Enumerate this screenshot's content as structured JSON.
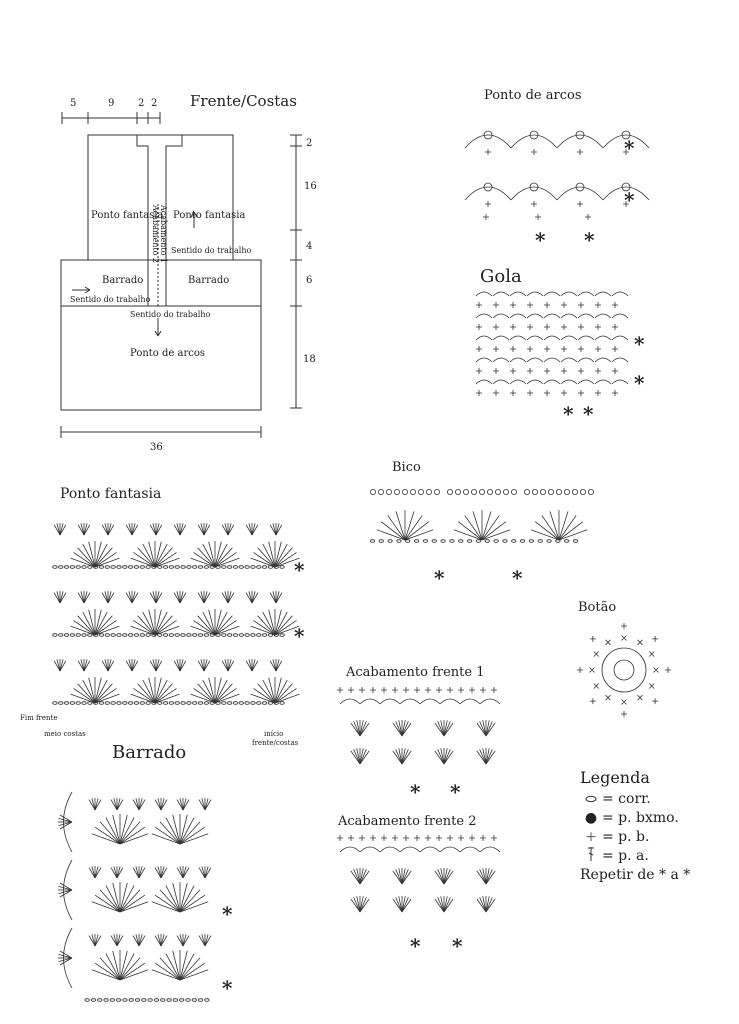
{
  "schematic": {
    "title": "Frente/Costas",
    "top_dims": [
      "5",
      "9",
      "2",
      "2"
    ],
    "right_dims": [
      "2",
      "16",
      "4",
      "6",
      "18"
    ],
    "bottom_dim": "36",
    "labels": {
      "ponto_fantasia_left": "Ponto fantasia",
      "ponto_fantasia_right": "Ponto fantasia",
      "barrado_left": "Barrado",
      "barrado_right": "Barrado",
      "ponto_de_arcos": "Ponto de arcos",
      "sentido_left": "Sentido do trabalho",
      "sentido_right": "Sentido do trabalho",
      "sentido_center": "Sentido do trabalho",
      "acabamento_1": "Acabamento 1",
      "acabamento_2": "Acabamento 2"
    }
  },
  "charts": {
    "ponto_de_arcos": "Ponto de arcos",
    "gola": "Gola",
    "bico": "Bico",
    "botao": "Botão",
    "ponto_fantasia": "Ponto fantasia",
    "barrado": "Barrado",
    "acabamento_frente_1": "Acabamento frente 1",
    "acabamento_frente_2": "Acabamento frente 2"
  },
  "fantasia_notes": {
    "fim_frente": "Fim frente",
    "meio_costas": "meio costas",
    "inicio": "início",
    "frente_costas": "frente/costas"
  },
  "repeat_mark": "*",
  "legend": {
    "title": "Legenda",
    "items": [
      {
        "symbol": "chain-oval-icon",
        "text": "= corr."
      },
      {
        "symbol": "dot-icon",
        "text": "= p. bxmo."
      },
      {
        "symbol": "cross-icon",
        "text": "= p. b."
      },
      {
        "symbol": "double-crochet-icon",
        "text": "= p. a."
      }
    ],
    "repeat": "Repetir de * a *"
  }
}
